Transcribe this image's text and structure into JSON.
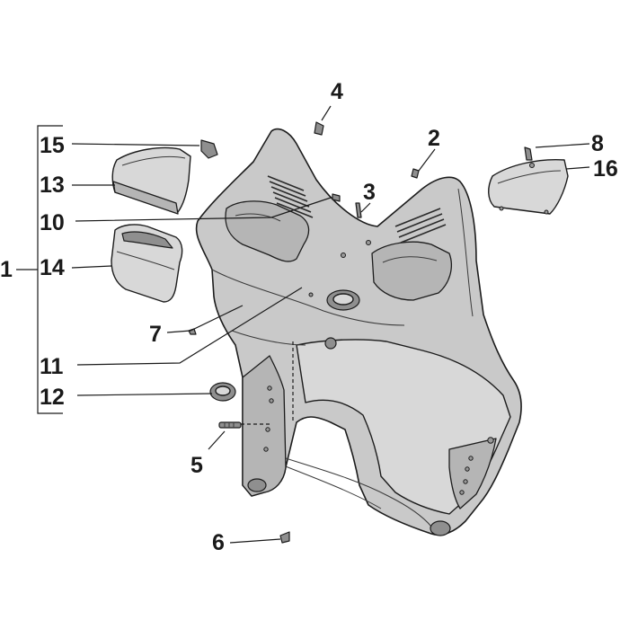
{
  "diagram": {
    "group_label": "1",
    "callouts": [
      {
        "id": "c1",
        "label": "1"
      },
      {
        "id": "c2",
        "label": "2"
      },
      {
        "id": "c3",
        "label": "3"
      },
      {
        "id": "c4",
        "label": "4"
      },
      {
        "id": "c5",
        "label": "5"
      },
      {
        "id": "c6",
        "label": "6"
      },
      {
        "id": "c7",
        "label": "7"
      },
      {
        "id": "c8",
        "label": "8"
      },
      {
        "id": "c10",
        "label": "10"
      },
      {
        "id": "c11",
        "label": "11"
      },
      {
        "id": "c12",
        "label": "12"
      },
      {
        "id": "c13",
        "label": "13"
      },
      {
        "id": "c14",
        "label": "14"
      },
      {
        "id": "c15",
        "label": "15"
      },
      {
        "id": "c16",
        "label": "16"
      }
    ]
  }
}
